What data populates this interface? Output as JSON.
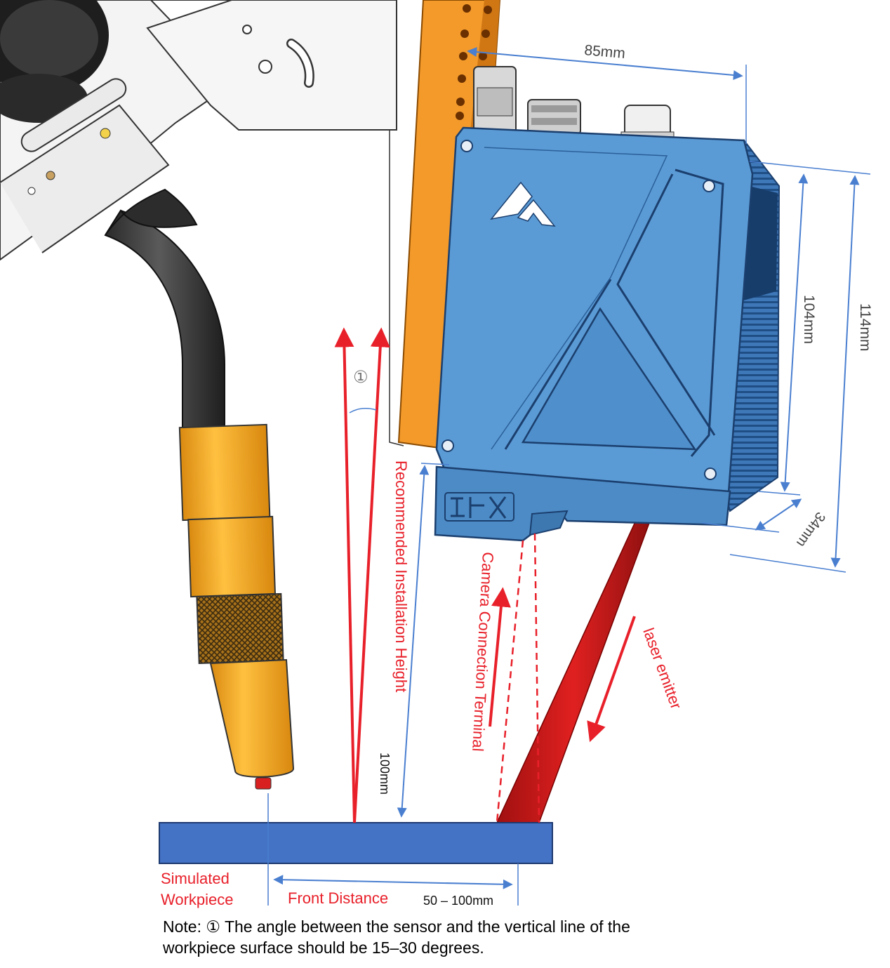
{
  "colors": {
    "annotation_red": "#e8202a",
    "dimension_blue": "#4a7fd0",
    "sensor_body": "#5b9bd5",
    "sensor_dark": "#2f5f94",
    "bracket_orange": "#f39a2b",
    "torch_yellow": "#f5a81c",
    "workpiece": "#4472c4"
  },
  "icons": {
    "sensor_logo": "mountain-peaks-logo",
    "brand_mark": "brand-characters-mark"
  },
  "dimensions": {
    "width": "85mm",
    "height_body": "104mm",
    "height_total": "114mm",
    "depth": "34mm",
    "install_height": "100mm",
    "front_distance": "50 – 100mm"
  },
  "labels": {
    "angle_marker": "①",
    "recommended_height": "Recommended Installation Height",
    "camera_terminal": "Camera Connection Terminal",
    "laser_emitter": "laser emitter",
    "simulated_line1": "Simulated",
    "simulated_line2": "Workpiece",
    "front_distance": "Front Distance"
  },
  "note": {
    "line1": "Note: ① The angle between the sensor and the vertical line of the",
    "line2": "workpiece surface should be 15–30 degrees."
  }
}
